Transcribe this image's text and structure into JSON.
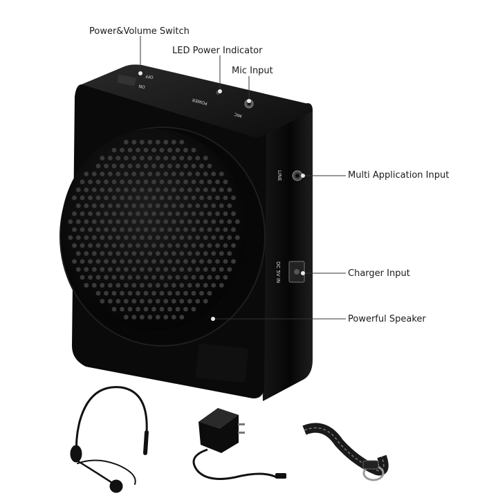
{
  "callouts": {
    "power_volume_switch": "Power&Volume Switch",
    "led_power_indicator": "LED Power Indicator",
    "mic_input": "Mic Input",
    "multi_application_input": "Multi Application Input",
    "charger_input": "Charger Input",
    "powerful_speaker": "Powerful Speaker"
  },
  "device_markings": {
    "off": "OFF",
    "on": "ON",
    "power": "POWER",
    "mic": "MIC",
    "line": "LINE",
    "dc_input": "DC 5V IN"
  },
  "colors": {
    "device_body": "#0b0b0b",
    "background": "#ffffff",
    "label_text": "#1a1a1a",
    "leader_line": "#333333"
  },
  "accessories": [
    "headset-microphone",
    "power-adapter",
    "shoulder-strap"
  ]
}
